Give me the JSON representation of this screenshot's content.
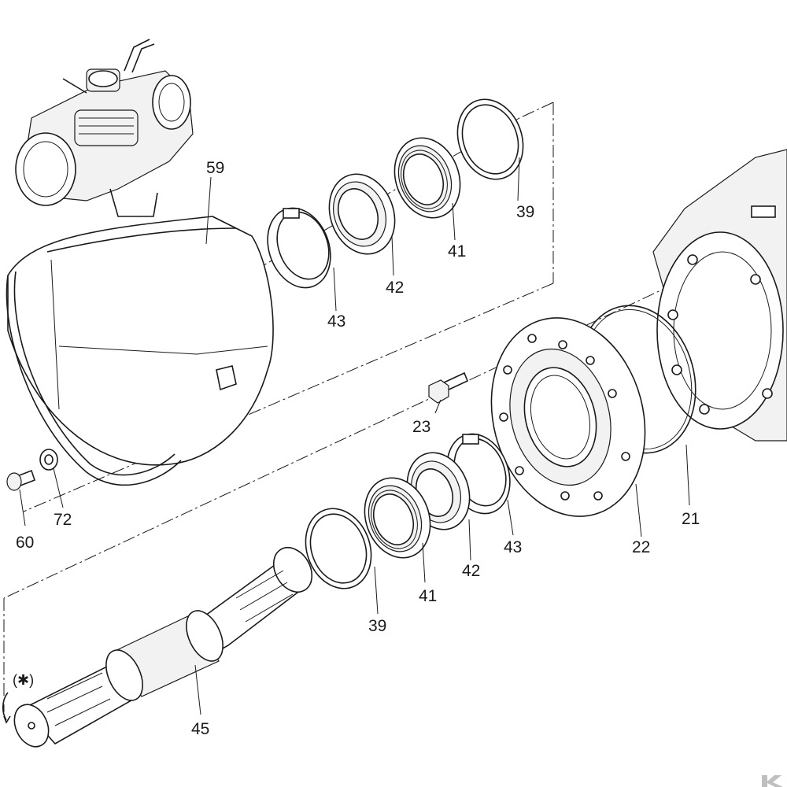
{
  "labels": {
    "p59": "59",
    "p39a": "39",
    "p41a": "41",
    "p42a": "42",
    "p43a": "43",
    "p23": "23",
    "p21": "21",
    "p22": "22",
    "p43b": "43",
    "p42b": "42",
    "p41b": "41",
    "p39b": "39",
    "p60": "60",
    "p72": "72",
    "p45": "45",
    "rotation": "(✱)"
  },
  "colors": {
    "line": "#1a1a1a",
    "background": "#ffffff",
    "fill": "#f2f2f2"
  },
  "icons": {
    "watermark": "brand-k-watermark-icon"
  }
}
